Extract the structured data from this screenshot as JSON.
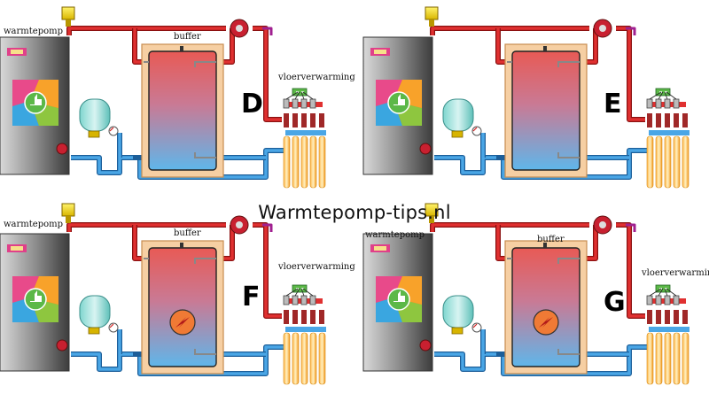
{
  "watermark": "Warmtepomp-tips.nl",
  "panels": [
    {
      "id": "D",
      "letter": "D",
      "heat_pump_label": "warmtepomp",
      "buffer_label": "buffer",
      "floor_label": "vloerverwarming",
      "heating_element": false
    },
    {
      "id": "E",
      "letter": "E",
      "heat_pump_label": "",
      "buffer_label": "",
      "floor_label": "",
      "heating_element": false
    },
    {
      "id": "F",
      "letter": "F",
      "heat_pump_label": "warmtepomp",
      "buffer_label": "buffer",
      "floor_label": "vloerverwarming",
      "heating_element": true
    },
    {
      "id": "G",
      "letter": "G",
      "heat_pump_label": "warmtepomp",
      "buffer_label": "buffer",
      "floor_label": "vloerverwarming",
      "heating_element": true
    }
  ],
  "colors": {
    "supply": "#e03030",
    "return": "#2f8fd6",
    "buffer_frame": "#f2c79a",
    "tank_top": "#e85a55",
    "tank_bottom": "#5fb6ea"
  }
}
